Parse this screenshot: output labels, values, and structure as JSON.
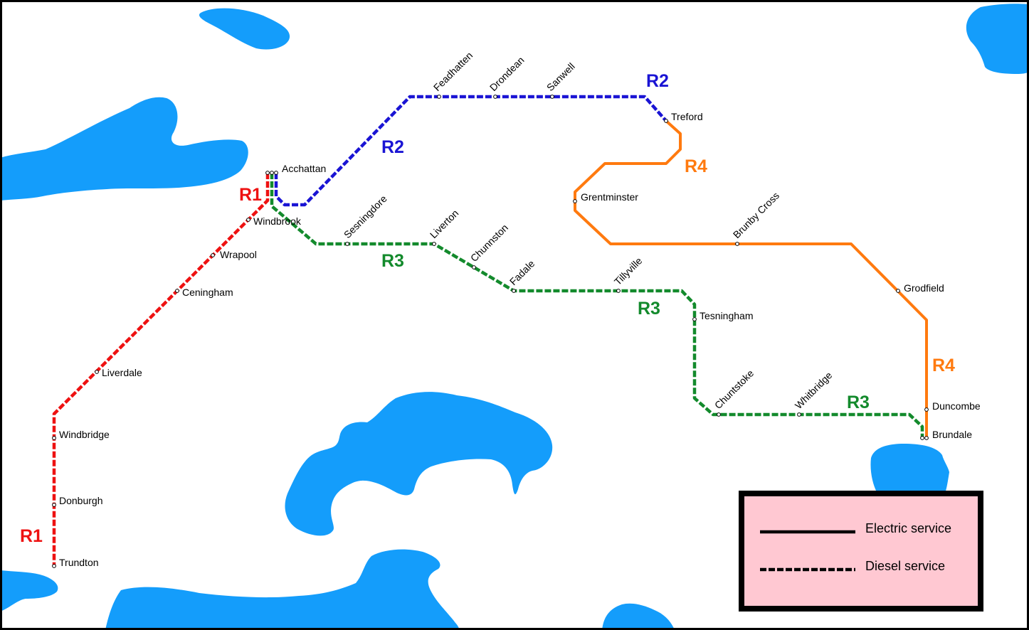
{
  "colors": {
    "R1": "#ee1111",
    "R2": "#1a14d4",
    "R3": "#138a2c",
    "R4": "#ff7a0f",
    "water": "#149dfb",
    "legend_bg": "#ffc8d2",
    "frame": "#000000"
  },
  "lines": [
    {
      "id": "R1",
      "label": "R1",
      "service": "diesel"
    },
    {
      "id": "R2",
      "label": "R2",
      "service": "diesel"
    },
    {
      "id": "R3",
      "label": "R3",
      "service": "diesel"
    },
    {
      "id": "R4",
      "label": "R4",
      "service": "electric"
    }
  ],
  "stations": {
    "trundton": "Trundton",
    "donburgh": "Donburgh",
    "windbridge": "Windbridge",
    "liverdale": "Liverdale",
    "ceningham": "Ceningham",
    "wrapool": "Wrapool",
    "windbrook": "Windbrook",
    "acchattan": "Acchattan",
    "feadhatten": "Feadhatten",
    "drondean": "Drondean",
    "sanwell": "Sanwell",
    "treford": "Treford",
    "grentminster": "Grentminster",
    "brunby_cross": "Brunby Cross",
    "grodfield": "Grodfield",
    "duncombe": "Duncombe",
    "brundale": "Brundale",
    "sesningdore": "Sesningdore",
    "liverton": "Liverton",
    "chunnston": "Chunnston",
    "fadale": "Fadale",
    "tillyville": "Tillyville",
    "tesningham": "Tesningham",
    "chuntstoke": "Chuntstoke",
    "whitbridge": "Whitbridge"
  },
  "legend": {
    "electric": "Electric service",
    "diesel": "Diesel service"
  }
}
